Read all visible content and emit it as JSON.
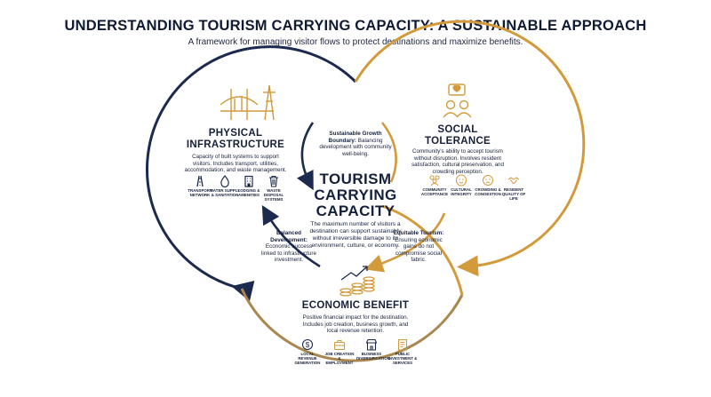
{
  "header": {
    "title": "UNDERSTANDING TOURISM CARRYING CAPACITY: A SUSTAINABLE APPROACH",
    "subtitle": "A framework for managing visitor flows to protect destinations and maximize benefits."
  },
  "colors": {
    "navy": "#1c2a4f",
    "gold": "#d39a3c"
  },
  "center": {
    "title_lines": [
      "TOURISM",
      "CARRYING",
      "CAPACITY"
    ],
    "description": "The maximum number of visitors a destination can support sustainably without irreversible damage to its environment, culture, or economy."
  },
  "physical": {
    "title_lines": [
      "PHYSICAL",
      "INFRASTRUCTURE"
    ],
    "description": "Capacity of built systems to support visitors. Includes transport, utilities, accommodation, and waste management.",
    "icon": "bridge-and-pylon-icon",
    "items": [
      {
        "label": "TRANSPORT NETWORK",
        "icon": "road-icon"
      },
      {
        "label": "WATER SUPPLY & SANITATION",
        "icon": "water-drop-icon"
      },
      {
        "label": "LODGING & AMENITIES",
        "icon": "hotel-building-icon"
      },
      {
        "label": "WASTE DISPOSAL SYSTEMS",
        "icon": "trash-bin-icon"
      }
    ]
  },
  "social": {
    "title_lines": [
      "SOCIAL",
      "TOLERANCE"
    ],
    "description": "Community's ability to accept tourism without disruption. Involves resident satisfaction, cultural preservation, and crowding perception.",
    "icon": "people-heart-speech-icon",
    "items": [
      {
        "label": "COMMUNITY ACCEPTANCE",
        "icon": "community-icon"
      },
      {
        "label": "CULTURAL INTEGRITY",
        "icon": "culture-mask-icon"
      },
      {
        "label": "CROWDING & CONGESTION",
        "icon": "crowd-face-icon"
      },
      {
        "label": "RESIDENT QUALITY OF LIFE",
        "icon": "handshake-icon"
      }
    ]
  },
  "economic": {
    "title": "ECONOMIC BENEFIT",
    "description": "Positive financial impact for the destination. Includes job creation, business growth, and local revenue retention.",
    "icon": "coins-growth-arrow-icon",
    "items": [
      {
        "label": "LOCAL REVENUE GENERATION",
        "icon": "dollar-coin-icon"
      },
      {
        "label": "JOB CREATION & EMPLOYMENT",
        "icon": "briefcase-icon"
      },
      {
        "label": "BUSINESS DIVERSIFICATION",
        "icon": "storefront-icon"
      },
      {
        "label": "PUBLIC INVESTMENT & SERVICES",
        "icon": "document-icon"
      }
    ]
  },
  "overlaps": {
    "growth": {
      "bold": "Sustainable Growth Boundary:",
      "text": " Balancing development with community well-being."
    },
    "balanced": {
      "bold": "Balanced Development:",
      "text": " Economic success linked to infrastructure investment."
    },
    "equitable": {
      "bold": "Equitable Tourism:",
      "text": " Ensuring economic gains do not compromise social fabric."
    }
  }
}
